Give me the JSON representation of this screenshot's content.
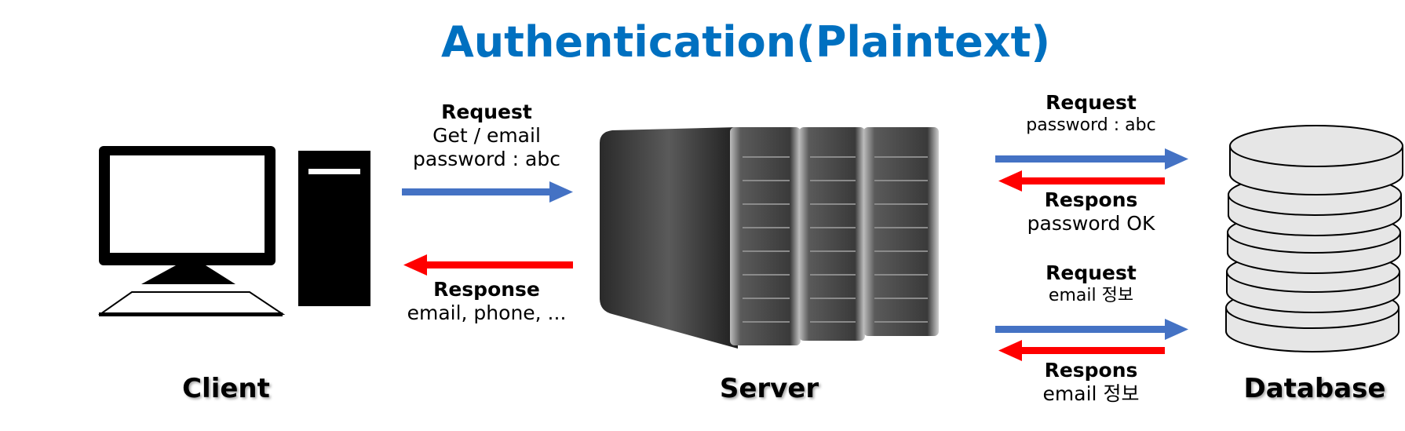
{
  "title": "Authentication(Plaintext)",
  "nodes": {
    "client": "Client",
    "server": "Server",
    "database": "Database"
  },
  "client_server": {
    "request": {
      "heading": "Request",
      "line1": "Get / email",
      "line2": "password : abc"
    },
    "response": {
      "heading": "Response",
      "line1": "email, phone, ..."
    }
  },
  "server_db_password": {
    "request": {
      "heading": "Request",
      "line1": "password : abc"
    },
    "response": {
      "heading": "Respons",
      "line1": "password OK"
    }
  },
  "server_db_email": {
    "request": {
      "heading": "Request",
      "line1": "email 정보"
    },
    "response": {
      "heading": "Respons",
      "line1": "email 정보"
    }
  },
  "colors": {
    "title": "#0070C0",
    "request_arrow": "#4472C4",
    "response_arrow": "#FF0000"
  }
}
